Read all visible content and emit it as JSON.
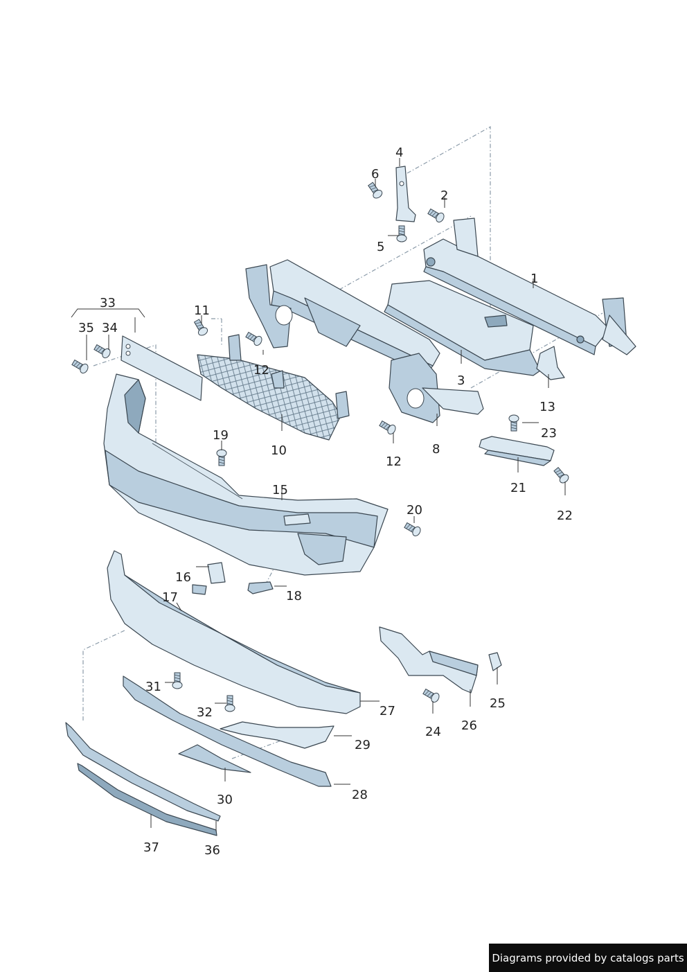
{
  "diagram": {
    "callouts": {
      "c1": "1",
      "c2": "2",
      "c3": "3",
      "c4": "4",
      "c5": "5",
      "c6": "6",
      "c8": "8",
      "c10": "10",
      "c11": "11",
      "c12a": "12",
      "c12b": "12",
      "c13": "13",
      "c15": "15",
      "c16": "16",
      "c17": "17",
      "c18": "18",
      "c19": "19",
      "c20": "20",
      "c21": "21",
      "c22": "22",
      "c23": "23",
      "c24": "24",
      "c25": "25",
      "c26": "26",
      "c27": "27",
      "c28": "28",
      "c29": "29",
      "c30": "30",
      "c31": "31",
      "c32": "32",
      "c33": "33",
      "c34": "34",
      "c35": "35",
      "c36": "36",
      "c37": "37"
    }
  },
  "footer": {
    "credit": "Diagrams provided by catalogs parts"
  },
  "colors": {
    "part_fill": "#dbe8f1",
    "part_shade": "#8ea9bd",
    "outline": "#3a4650",
    "footer_bg": "#0d0d0d"
  }
}
